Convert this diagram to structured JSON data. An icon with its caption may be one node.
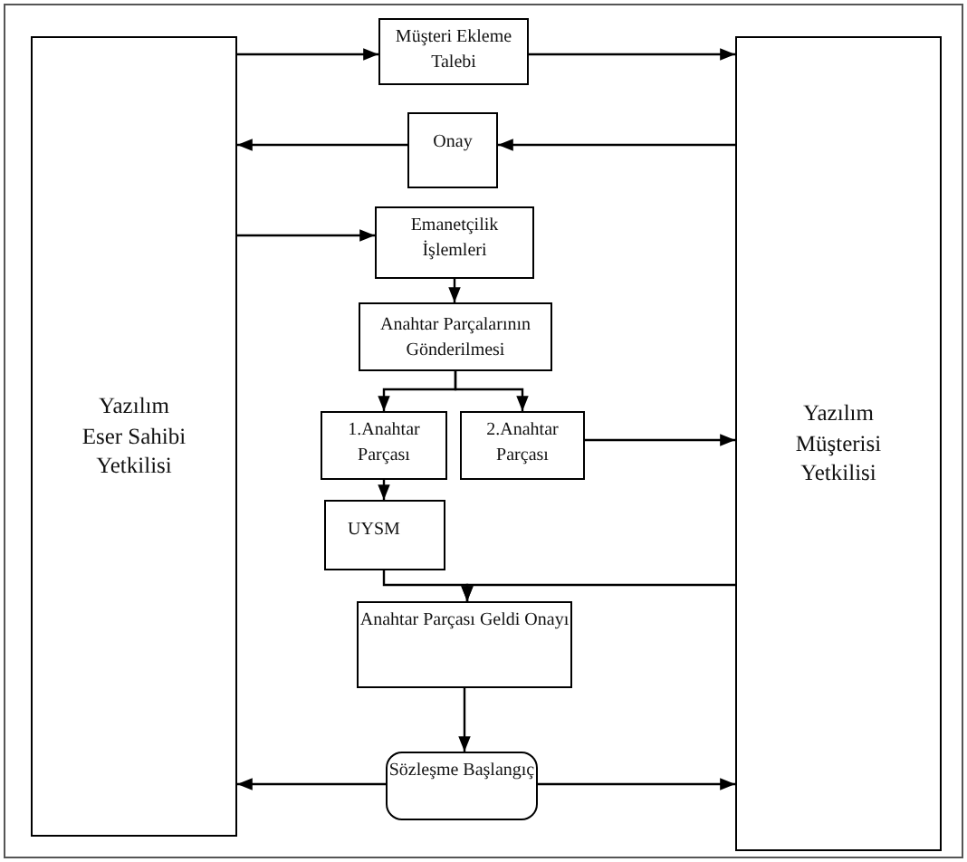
{
  "diagram": {
    "nodes": [
      {
        "text": [
          "Yazılım Eser Sahibi Yetkilisi"
        ]
      },
      {
        "text": [
          "Yazılım Müşterisi Yetkilisi"
        ]
      },
      {
        "text": [
          "Müşteri Ekleme Talebi"
        ]
      },
      {
        "text": [
          "Onay"
        ]
      },
      {
        "text": [
          "Emanetçilik İşlemleri"
        ]
      },
      {
        "text": [
          "Anahtar Parçalarının Gönderilmesi"
        ]
      },
      {
        "text": [
          "1.Anahtar Parçası"
        ]
      },
      {
        "text": [
          "2.Anahtar Parçası"
        ]
      },
      {
        "text": [
          "UYSM"
        ]
      },
      {
        "text": [
          "Anahtar Parçası Geldi Onayı"
        ]
      },
      {
        "text": [
          "Sözleşme Başlangıç"
        ]
      }
    ],
    "edges": [
      {
        "from": 0,
        "to": 2,
        "arrow": "to"
      },
      {
        "from": 2,
        "to": 1,
        "arrow": "to"
      },
      {
        "from": 1,
        "to": 3,
        "arrow": "to"
      },
      {
        "from": 3,
        "to": 0,
        "arrow": "to"
      },
      {
        "from": 0,
        "to": 4,
        "arrow": "to"
      },
      {
        "from": 4,
        "to": 5,
        "arrow": "to"
      },
      {
        "from": 5,
        "to": 6,
        "arrow": "to"
      },
      {
        "from": 5,
        "to": 7,
        "arrow": "to"
      },
      {
        "from": 7,
        "to": 1,
        "arrow": "to"
      },
      {
        "from": 6,
        "to": 8,
        "arrow": "to"
      },
      {
        "from": 8,
        "to": 9,
        "arrow": "to"
      },
      {
        "from": 1,
        "to": 9,
        "arrow": "to"
      },
      {
        "from": 9,
        "to": 10,
        "arrow": "to"
      },
      {
        "from": 10,
        "to": 0,
        "arrow": "to"
      },
      {
        "from": 10,
        "to": 1,
        "arrow": "to"
      }
    ]
  }
}
